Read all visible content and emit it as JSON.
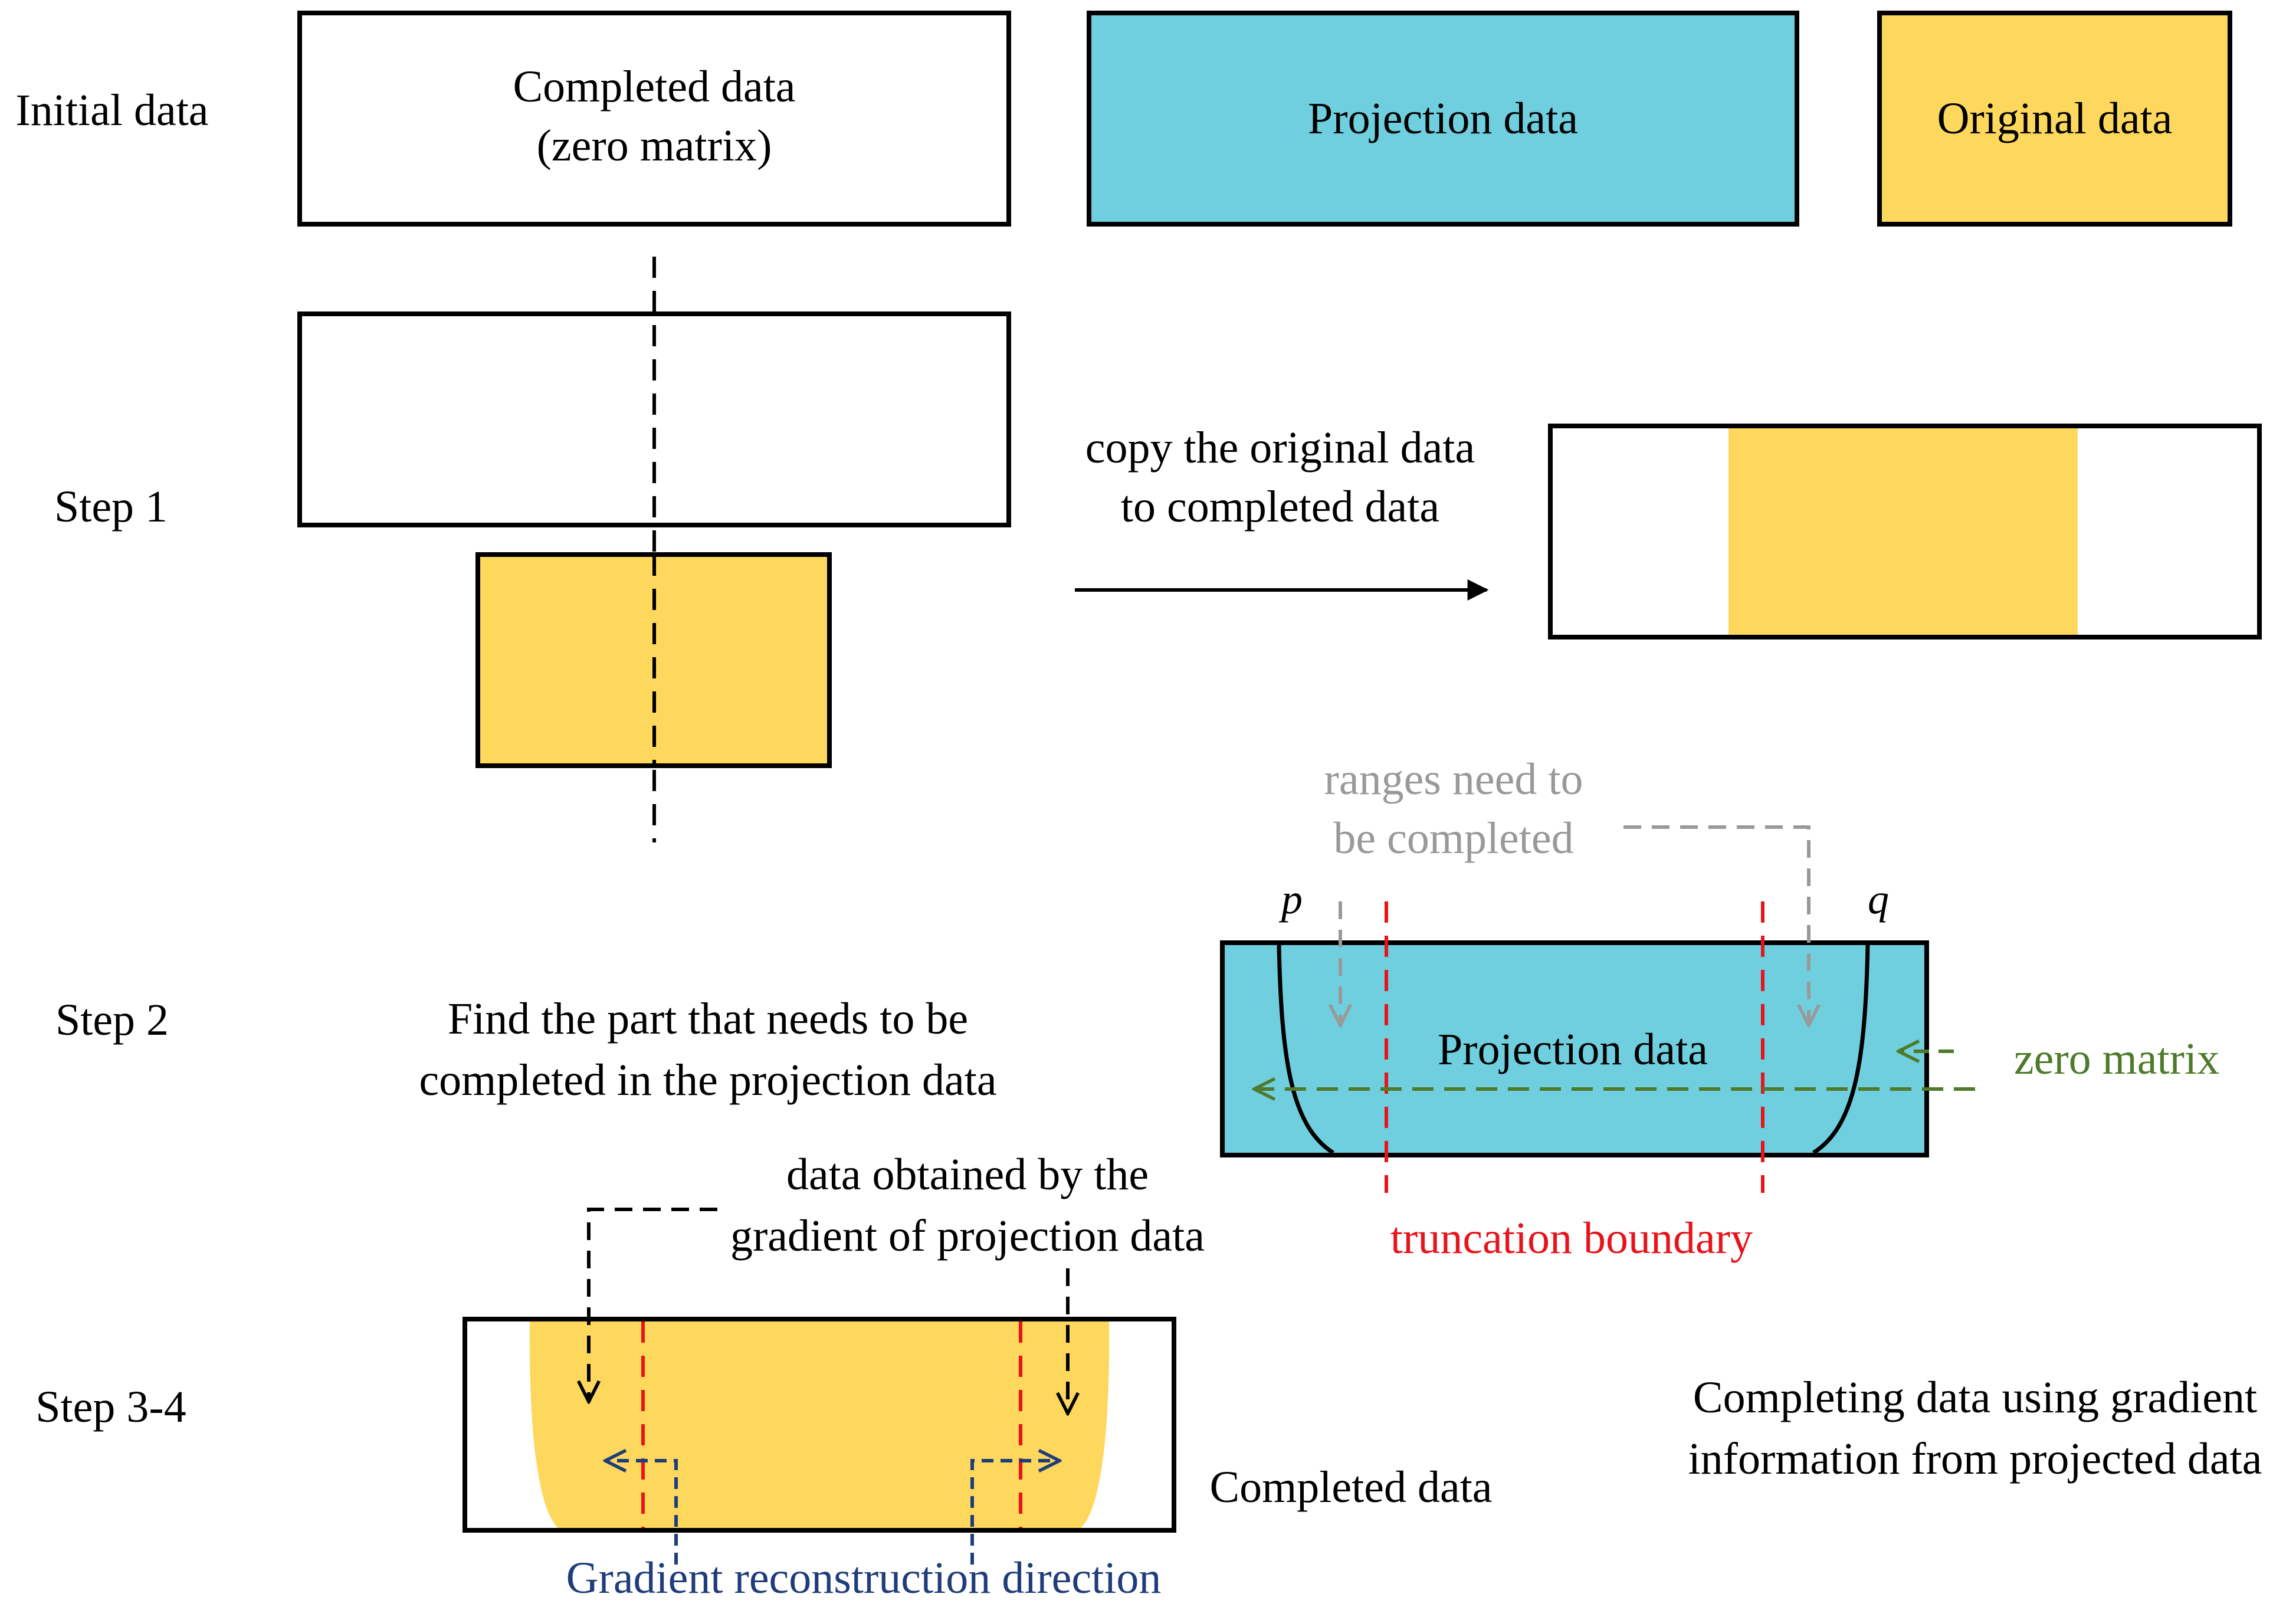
{
  "rows": {
    "initial": "Initial data",
    "step1": "Step 1",
    "step2": "Step 2",
    "step34": "Step 3-4"
  },
  "initial": {
    "completed_line1": "Completed data",
    "completed_line2": "(zero matrix)",
    "projection": "Projection data",
    "original": "Original data"
  },
  "step1": {
    "copy_line1": "copy the original data",
    "copy_line2": "to completed data"
  },
  "step2": {
    "find_line1": "Find the part that needs to be",
    "find_line2": "completed in the projection data",
    "ranges_line1": "ranges need to",
    "ranges_line2": "be completed",
    "p": "p",
    "q": "q",
    "projection": "Projection data",
    "zero_matrix": "zero matrix",
    "truncation": "truncation boundary"
  },
  "step34": {
    "gradient_line1": "data obtained by the",
    "gradient_line2": "gradient of projection data",
    "completed": "Completed data",
    "completing_line1": "Completing data using gradient",
    "completing_line2": "information from projected data",
    "direction": "Gradient reconstruction direction"
  },
  "colors": {
    "projection_fill": "#6fcfdf",
    "original_fill": "#fdd85d",
    "truncation_red": "#e8141b",
    "ranges_gray": "#999999",
    "zero_green": "#4e7a2a",
    "direction_blue": "#1f3d7a",
    "black": "#000000"
  }
}
